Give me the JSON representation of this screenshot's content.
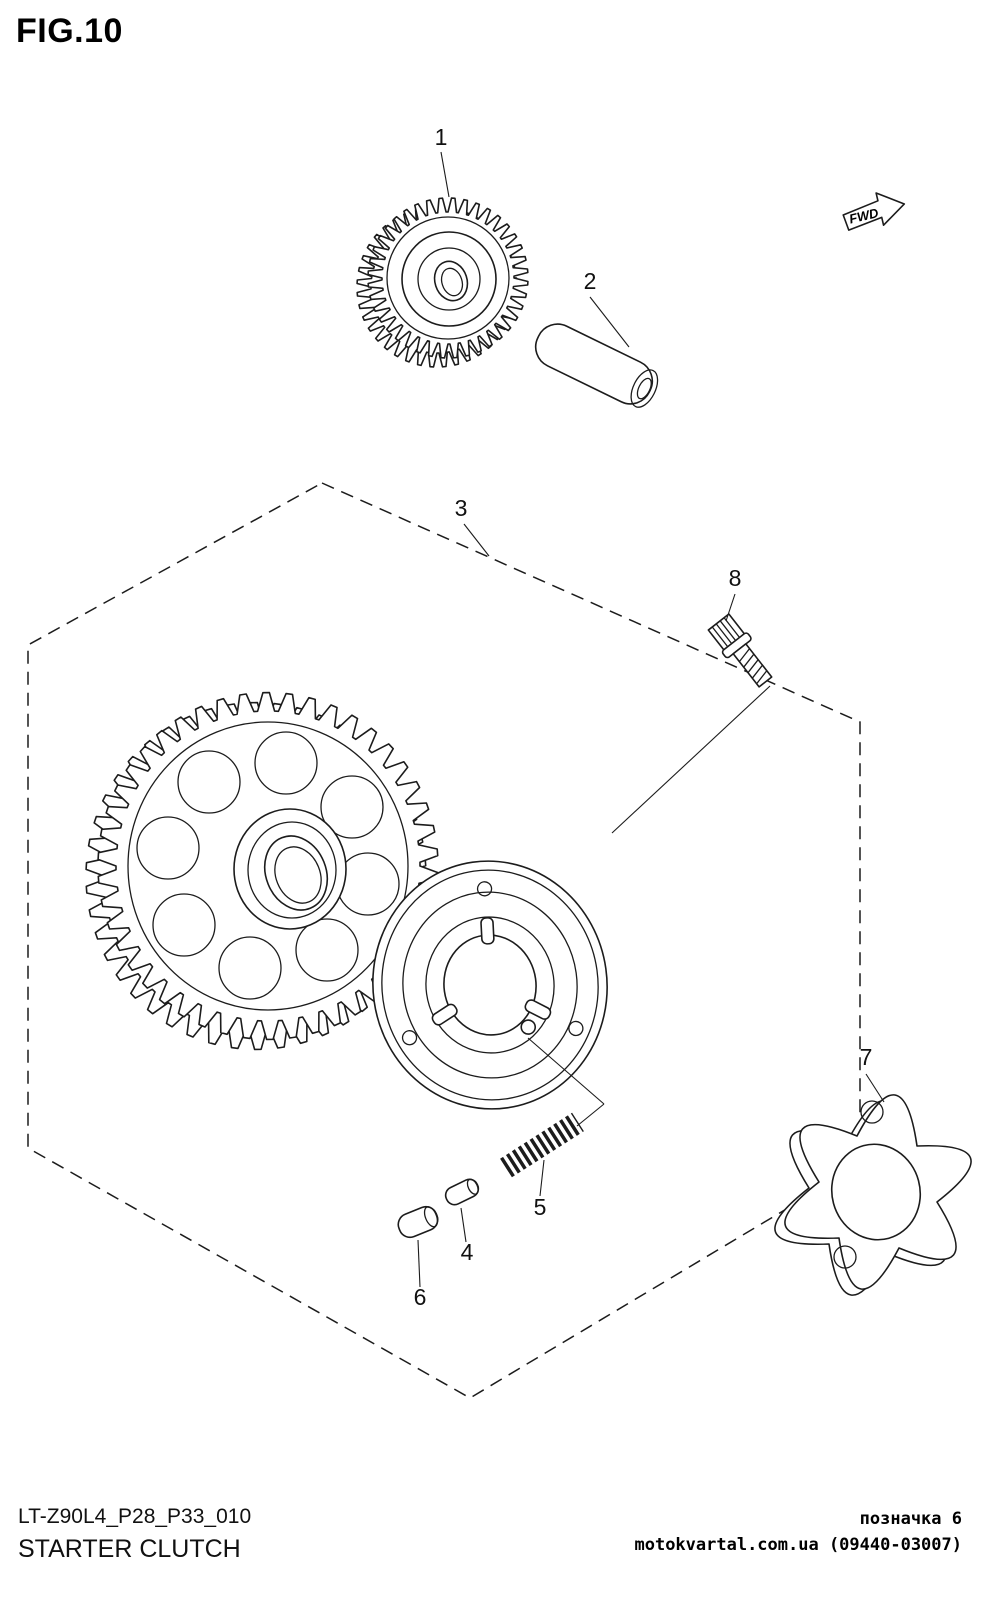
{
  "figure": {
    "title": "FIG.10"
  },
  "fwd_label": "FWD",
  "callouts": [
    {
      "label": "1"
    },
    {
      "label": "2"
    },
    {
      "label": "3"
    },
    {
      "label": "4"
    },
    {
      "label": "5"
    },
    {
      "label": "6"
    },
    {
      "label": "7"
    },
    {
      "label": "8"
    }
  ],
  "footer": {
    "model_code": "LT-Z90L4_P28_P33_010",
    "part_title": "STARTER CLUTCH"
  },
  "watermark": {
    "line1": "позначка 6",
    "line2": "motokvartal.com.ua (09440-03007)"
  }
}
